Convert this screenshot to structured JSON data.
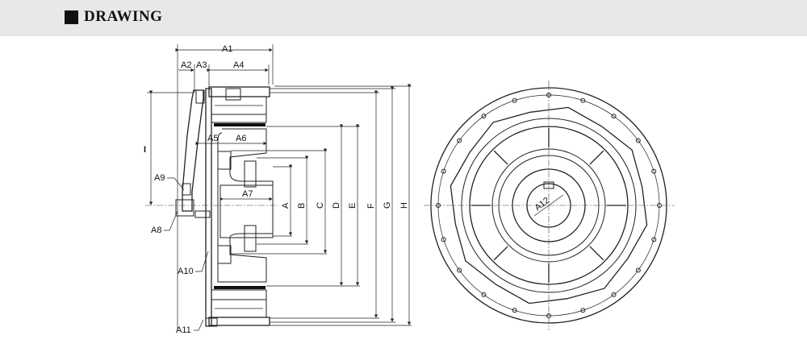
{
  "header": {
    "title": "DRAWING"
  },
  "side_view": {
    "top_dims": [
      "A1",
      "A2",
      "A3",
      "A4"
    ],
    "inner_dims": [
      "A5",
      "A6",
      "A7"
    ],
    "callouts": [
      "A8",
      "A9",
      "A10",
      "A11"
    ],
    "vertical_dims": [
      "A",
      "B",
      "C",
      "D",
      "E",
      "F",
      "G",
      "H"
    ],
    "left_dim": "I"
  },
  "front_view": {
    "bore_dim": "A12"
  }
}
